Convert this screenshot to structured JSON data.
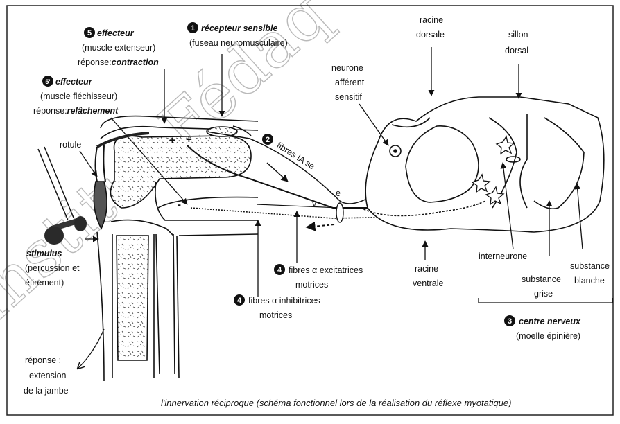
{
  "watermark": "Institut Fédaq",
  "labels": {
    "recepteur_num": "1",
    "recepteur_title": "récepteur sensible",
    "recepteur_sub": "(fuseau neuromusculaire)",
    "effecteur1_num": "5",
    "effecteur1_title": "effecteur",
    "effecteur1_sub": "(muscle extenseur)",
    "effecteur1_rep_prefix": "réponse:",
    "effecteur1_rep": "contraction",
    "effecteur2_num": "5'",
    "effecteur2_title": "effecteur",
    "effecteur2_sub": "(muscle fléchisseur)",
    "effecteur2_rep_prefix": "réponse:",
    "effecteur2_rep": "relâchement",
    "rotule": "rotule",
    "stimulus_title": "stimulus",
    "stimulus_l1": "(percussion et",
    "stimulus_l2": "étirement)",
    "reponse_l1": "réponse :",
    "reponse_l2": "extension",
    "reponse_l3": "de la jambe",
    "fibres_ia_num": "2",
    "fibres_ia": "fibres IA se",
    "fibres_exc_num": "4",
    "fibres_exc_l1": "fibres α excitatrices",
    "fibres_exc_l2": "motrices",
    "fibres_inh_num": "4",
    "fibres_inh_l1": "fibres α inhibitrices",
    "fibres_inh_l2": "motrices",
    "neurone_l1": "neurone",
    "neurone_l2": "afférent",
    "neurone_l3": "sensitif",
    "racine_dorsale_l1": "racine",
    "racine_dorsale_l2": "dorsale",
    "sillon_l1": "sillon",
    "sillon_l2": "dorsal",
    "interneurone": "interneurone",
    "substance_blanche_l1": "substance",
    "substance_blanche_l2": "blanche",
    "substance_grise_l1": "substance",
    "substance_grise_l2": "grise",
    "racine_ventrale_l1": "racine",
    "racine_ventrale_l2": "ventrale",
    "centre_num": "3",
    "centre_title": "centre nerveux",
    "centre_sub": "(moelle épinière)",
    "e": "e",
    "v": "v",
    "plus1": "+",
    "plus2": "+",
    "minus1": "-"
  },
  "caption": "l'innervation réciproque (schéma fonctionnel lors de la réalisation du réflexe myotatique)"
}
